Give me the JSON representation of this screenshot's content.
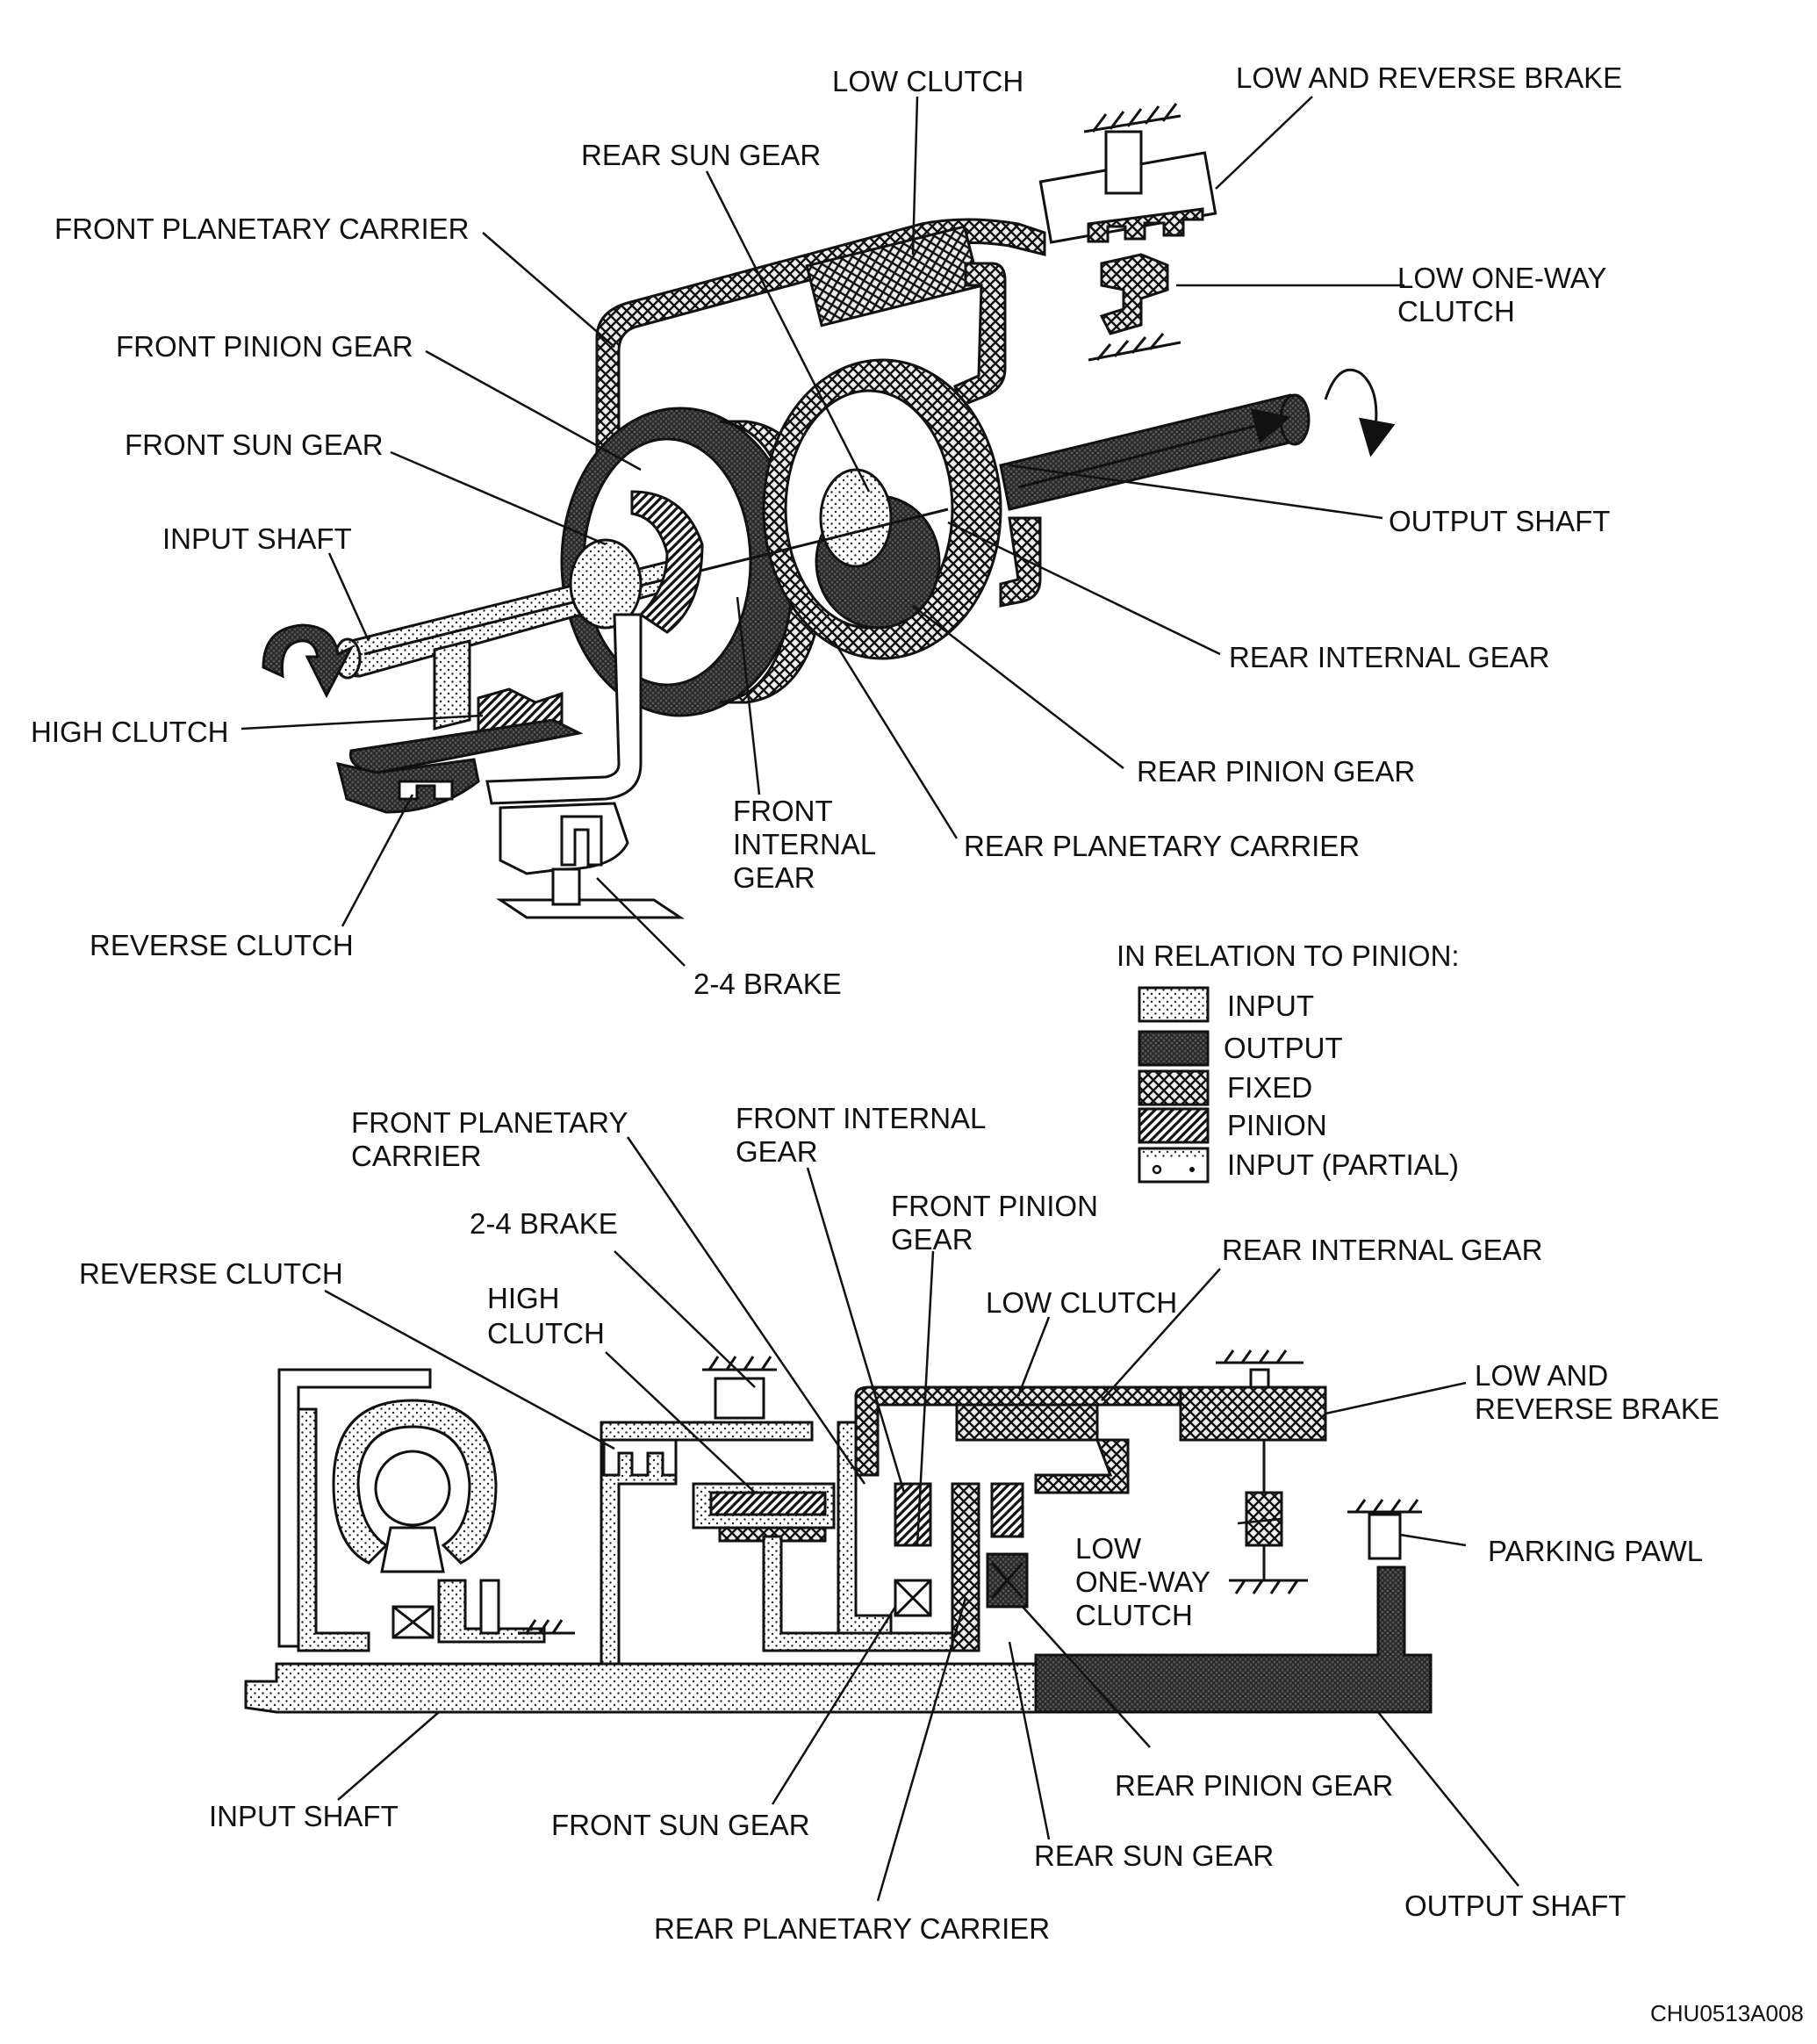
{
  "top_view": {
    "labels": {
      "low_clutch": "LOW CLUTCH",
      "low_and_reverse_brake": "LOW AND REVERSE BRAKE",
      "rear_sun_gear": "REAR SUN GEAR",
      "front_planetary_carrier": "FRONT PLANETARY CARRIER",
      "low_one_way_clutch_1": "LOW ONE-WAY",
      "low_one_way_clutch_2": "CLUTCH",
      "front_pinion_gear": "FRONT PINION GEAR",
      "front_sun_gear": "FRONT SUN GEAR",
      "output_shaft": "OUTPUT SHAFT",
      "input_shaft": "INPUT SHAFT",
      "rear_internal_gear": "REAR INTERNAL GEAR",
      "high_clutch": "HIGH CLUTCH",
      "rear_pinion_gear": "REAR PINION GEAR",
      "front_internal_gear_1": "FRONT",
      "front_internal_gear_2": "INTERNAL",
      "front_internal_gear_3": "GEAR",
      "rear_planetary_carrier": "REAR PLANETARY CARRIER",
      "reverse_clutch": "REVERSE CLUTCH",
      "brake_2_4": "2-4 BRAKE"
    }
  },
  "legend": {
    "title": "IN RELATION TO PINION:",
    "items": [
      {
        "label": "INPUT",
        "pattern": "dots"
      },
      {
        "label": "OUTPUT",
        "pattern": "dense"
      },
      {
        "label": "FIXED",
        "pattern": "crosshatch"
      },
      {
        "label": "PINION",
        "pattern": "diagonal"
      },
      {
        "label": "INPUT (PARTIAL)",
        "pattern": "partial"
      }
    ]
  },
  "bottom_view": {
    "labels": {
      "front_planetary_carrier_1": "FRONT PLANETARY",
      "front_planetary_carrier_2": "CARRIER",
      "front_internal_gear_1": "FRONT INTERNAL",
      "front_internal_gear_2": "GEAR",
      "front_pinion_gear_1": "FRONT PINION",
      "front_pinion_gear_2": "GEAR",
      "brake_2_4": "2-4 BRAKE",
      "rear_internal_gear": "REAR INTERNAL GEAR",
      "reverse_clutch": "REVERSE CLUTCH",
      "high_clutch_1": "HIGH",
      "high_clutch_2": "CLUTCH",
      "low_clutch": "LOW CLUTCH",
      "low_and_reverse_brake_1": "LOW AND",
      "low_and_reverse_brake_2": "REVERSE BRAKE",
      "low_one_way_clutch_1": "LOW",
      "low_one_way_clutch_2": "ONE-WAY",
      "low_one_way_clutch_3": "CLUTCH",
      "parking_pawl": "PARKING PAWL",
      "rear_pinion_gear": "REAR PINION GEAR",
      "input_shaft": "INPUT SHAFT",
      "front_sun_gear": "FRONT SUN GEAR",
      "rear_sun_gear": "REAR SUN GEAR",
      "output_shaft": "OUTPUT SHAFT",
      "rear_planetary_carrier": "REAR PLANETARY CARRIER"
    }
  },
  "figure_code": "CHU0513A008"
}
